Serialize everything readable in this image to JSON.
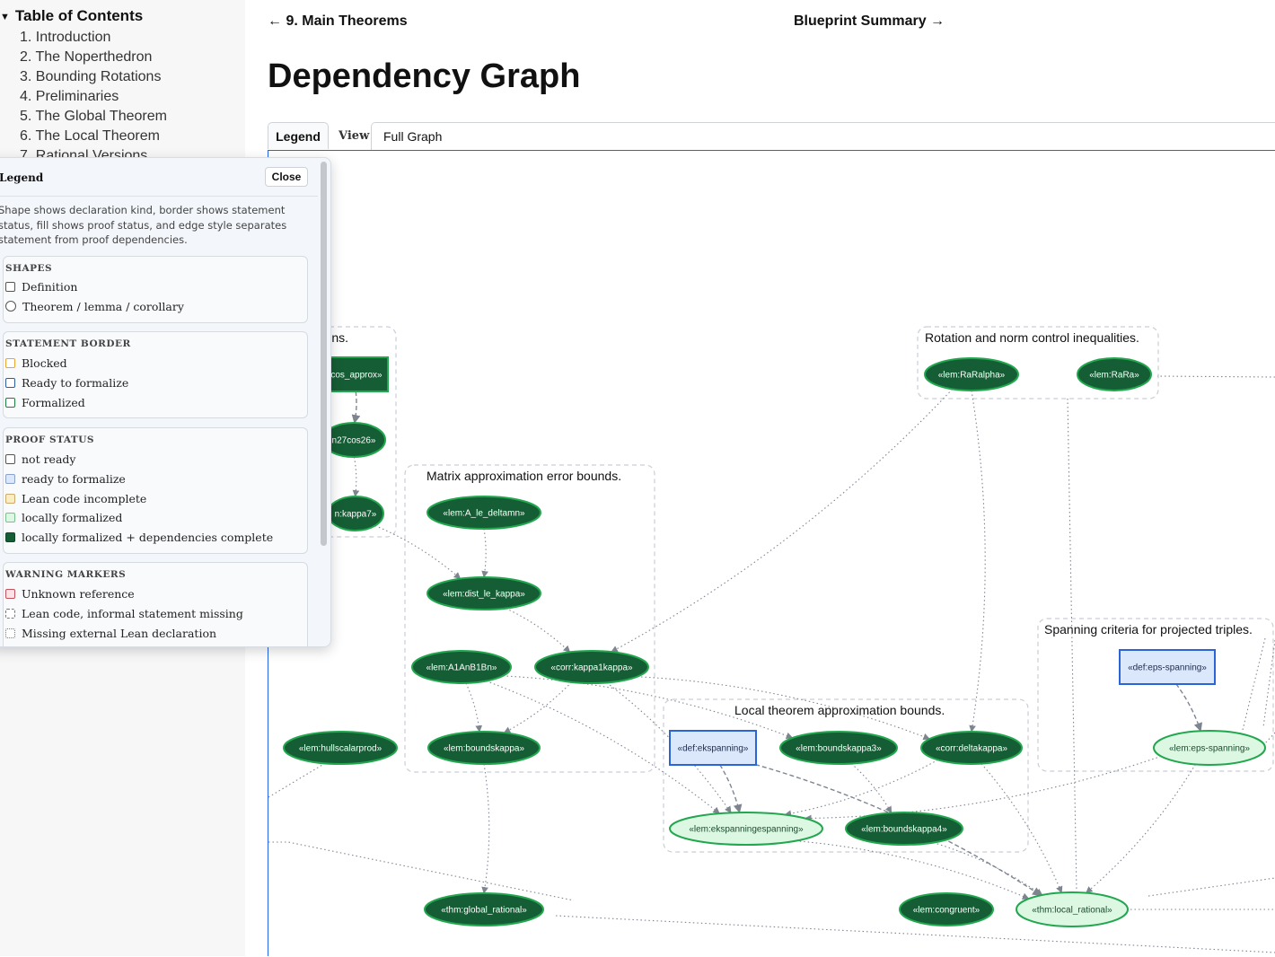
{
  "sidebar": {
    "title": "Table of Contents",
    "items": [
      {
        "label": "1. Introduction"
      },
      {
        "label": "2. The Noperthedron"
      },
      {
        "label": "3. Bounding Rotations"
      },
      {
        "label": "4. Preliminaries"
      },
      {
        "label": "5. The Global Theorem"
      },
      {
        "label": "6. The Local Theorem"
      },
      {
        "label": "7. Rational Versions"
      }
    ]
  },
  "header": {
    "prev_link": "← 9. Main Theorems",
    "next_link": "Blueprint Summary →",
    "title": "Dependency Graph"
  },
  "toolbar": {
    "legend_button": "Legend",
    "view_label": "View",
    "view_value": "Full Graph"
  },
  "legend": {
    "title": "Legend",
    "close_label": "Close",
    "description": "Shape shows declaration kind, border shows statement status, fill shows proof status, and edge style separates statement from proof dependencies.",
    "sections": [
      {
        "title": "SHAPES",
        "items": [
          {
            "label": "Definition",
            "swatch": "gray"
          },
          {
            "label": "Theorem / lemma / corollary",
            "swatch": "circ"
          }
        ]
      },
      {
        "title": "STATEMENT BORDER",
        "items": [
          {
            "label": "Blocked",
            "swatch": "orange"
          },
          {
            "label": "Ready to formalize",
            "swatch": "blue"
          },
          {
            "label": "Formalized",
            "swatch": "green"
          }
        ]
      },
      {
        "title": "PROOF STATUS",
        "items": [
          {
            "label": "not ready",
            "swatch": "gray"
          },
          {
            "label": "ready to formalize",
            "swatch": "f-blue"
          },
          {
            "label": "Lean code incomplete",
            "swatch": "f-orange"
          },
          {
            "label": "locally formalized",
            "swatch": "f-lgreen"
          },
          {
            "label": "locally formalized + dependencies complete",
            "swatch": "f-dgreen"
          }
        ]
      },
      {
        "title": "WARNING MARKERS",
        "items": [
          {
            "label": "Unknown reference",
            "swatch": "f-red"
          },
          {
            "label": "Lean code, informal statement missing",
            "swatch": "dashed"
          },
          {
            "label": "Missing external Lean declaration",
            "swatch": "dotted"
          }
        ]
      }
    ]
  },
  "graph": {
    "colors": {
      "dark_fill": "#155d34",
      "dark_stroke": "#22a64e",
      "light_fill": "#dcf7e2",
      "light_stroke": "#22a64e",
      "def_fill": "#dbe7fb",
      "def_stroke": "#2b63d9",
      "edge": "#7f8590",
      "cluster": "#c9ced6"
    },
    "clusters": [
      {
        "id": "c1",
        "label": "ximations."
      },
      {
        "id": "c2",
        "label": "Rotation and norm control inequalities."
      },
      {
        "id": "c3",
        "label": "Matrix approximation error bounds."
      },
      {
        "id": "c4",
        "label": "Spanning criteria for projected triples."
      },
      {
        "id": "c5",
        "label": "Local theorem approximation bounds."
      }
    ],
    "nodes": [
      {
        "id": "cos_approx",
        "label": "cos_approx»",
        "kind": "def",
        "status": "dark"
      },
      {
        "id": "n27cos26",
        "label": "n27cos26»",
        "kind": "thm",
        "status": "dark"
      },
      {
        "id": "kappa7",
        "label": "n:kappa7»",
        "kind": "thm",
        "status": "dark"
      },
      {
        "id": "RaRalpha",
        "label": "«lem:RaRalpha»",
        "kind": "thm",
        "status": "dark"
      },
      {
        "id": "RaRa",
        "label": "«lem:RaRa»",
        "kind": "thm",
        "status": "dark"
      },
      {
        "id": "A_le_deltamn",
        "label": "«lem:A_le_deltamn»",
        "kind": "thm",
        "status": "dark"
      },
      {
        "id": "dist_le_kappa",
        "label": "«lem:dist_le_kappa»",
        "kind": "thm",
        "status": "dark"
      },
      {
        "id": "A1AnB1Bn",
        "label": "«lem:A1AnB1Bn»",
        "kind": "thm",
        "status": "dark"
      },
      {
        "id": "kappa1kappa",
        "label": "«corr:kappa1kappa»",
        "kind": "thm",
        "status": "dark"
      },
      {
        "id": "boundskappa",
        "label": "«lem:boundskappa»",
        "kind": "thm",
        "status": "dark"
      },
      {
        "id": "hullscalarprod",
        "label": "«lem:hullscalarprod»",
        "kind": "thm",
        "status": "dark"
      },
      {
        "id": "eps-spanning-def",
        "label": "«def:eps-spanning»",
        "kind": "def",
        "status": "blue"
      },
      {
        "id": "eps-spanning-lem",
        "label": "«lem:eps-spanning»",
        "kind": "thm",
        "status": "light"
      },
      {
        "id": "ekspanning",
        "label": "«def:ekspanning»",
        "kind": "def",
        "status": "blue"
      },
      {
        "id": "boundskappa3",
        "label": "«lem:boundskappa3»",
        "kind": "thm",
        "status": "dark"
      },
      {
        "id": "deltakappa",
        "label": "«corr:deltakappa»",
        "kind": "thm",
        "status": "dark"
      },
      {
        "id": "ekspanningespanning",
        "label": "«lem:ekspanningespanning»",
        "kind": "thm",
        "status": "light"
      },
      {
        "id": "boundskappa4",
        "label": "«lem:boundskappa4»",
        "kind": "thm",
        "status": "dark"
      },
      {
        "id": "global_rational",
        "label": "«thm:global_rational»",
        "kind": "thm",
        "status": "dark"
      },
      {
        "id": "congruent",
        "label": "«lem:congruent»",
        "kind": "thm",
        "status": "dark"
      },
      {
        "id": "local_rational",
        "label": "«thm:local_rational»",
        "kind": "thm",
        "status": "light"
      }
    ]
  }
}
